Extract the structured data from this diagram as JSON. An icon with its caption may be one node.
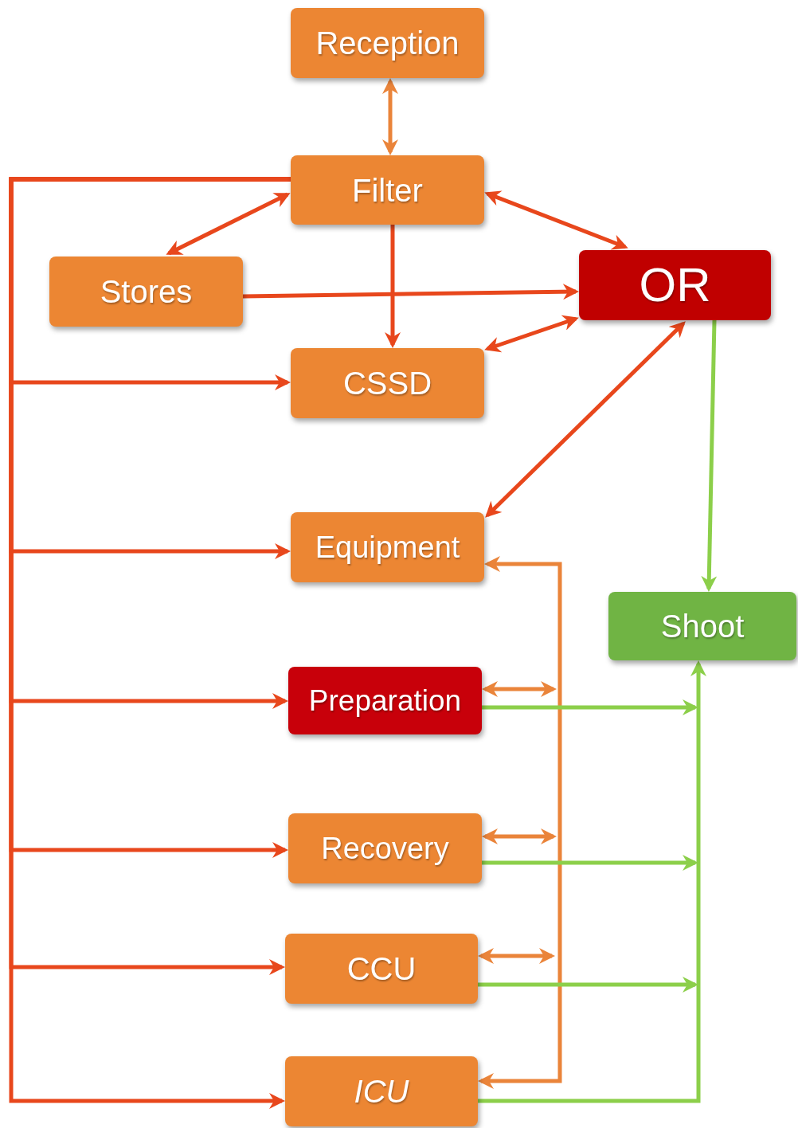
{
  "diagram": {
    "nodes": [
      {
        "text": [
          "Reception"
        ]
      },
      {
        "text": [
          "Filter"
        ]
      },
      {
        "text": [
          "Stores"
        ]
      },
      {
        "text": [
          "OR"
        ]
      },
      {
        "text": [
          "CSSD"
        ]
      },
      {
        "text": [
          "Equipment"
        ]
      },
      {
        "text": [
          "Shoot"
        ]
      },
      {
        "text": [
          "Preparation"
        ]
      },
      {
        "text": [
          "Recovery"
        ]
      },
      {
        "text": [
          "CCU"
        ]
      },
      {
        "text": [
          "ICU"
        ]
      }
    ],
    "edges": [
      {
        "from": 0,
        "to": 1,
        "arrow": "both",
        "color": "#ea843a"
      },
      {
        "from": 1,
        "to": 2,
        "arrow": "both"
      },
      {
        "from": 1,
        "to": 3,
        "arrow": "both"
      },
      {
        "from": 1,
        "to": 4,
        "arrow": "to"
      },
      {
        "from": 2,
        "to": 3,
        "arrow": "to"
      },
      {
        "from": 3,
        "to": 4,
        "arrow": "both"
      },
      {
        "from": 3,
        "to": 5,
        "arrow": "both"
      },
      {
        "from": 3,
        "to": 6,
        "arrow": "to",
        "color": "#8ccf4a"
      },
      {
        "from": 1,
        "to": 4,
        "arrow": "to"
      },
      {
        "from": 1,
        "to": 5,
        "arrow": "to"
      },
      {
        "from": 1,
        "to": 7,
        "arrow": "to"
      },
      {
        "from": 1,
        "to": 8,
        "arrow": "to"
      },
      {
        "from": 1,
        "to": 9,
        "arrow": "to"
      },
      {
        "from": 1,
        "to": 10,
        "arrow": "to"
      },
      {
        "from": 5,
        "to": 10,
        "arrow": "both",
        "color": "#ea843a"
      },
      {
        "from": 7,
        "to": null,
        "arrow": "both",
        "color": "#ea843a"
      },
      {
        "from": 8,
        "to": null,
        "arrow": "both",
        "color": "#ea843a"
      },
      {
        "from": 9,
        "to": null,
        "arrow": "both",
        "color": "#ea843a"
      },
      {
        "from": 10,
        "to": 6,
        "arrow": "to",
        "color": "#8ccf4a"
      },
      {
        "from": 7,
        "to": null,
        "arrow": "to",
        "color": "#8ccf4a"
      },
      {
        "from": 8,
        "to": null,
        "arrow": "to",
        "color": "#8ccf4a"
      },
      {
        "from": 9,
        "to": null,
        "arrow": "to",
        "color": "#8ccf4a"
      }
    ]
  }
}
